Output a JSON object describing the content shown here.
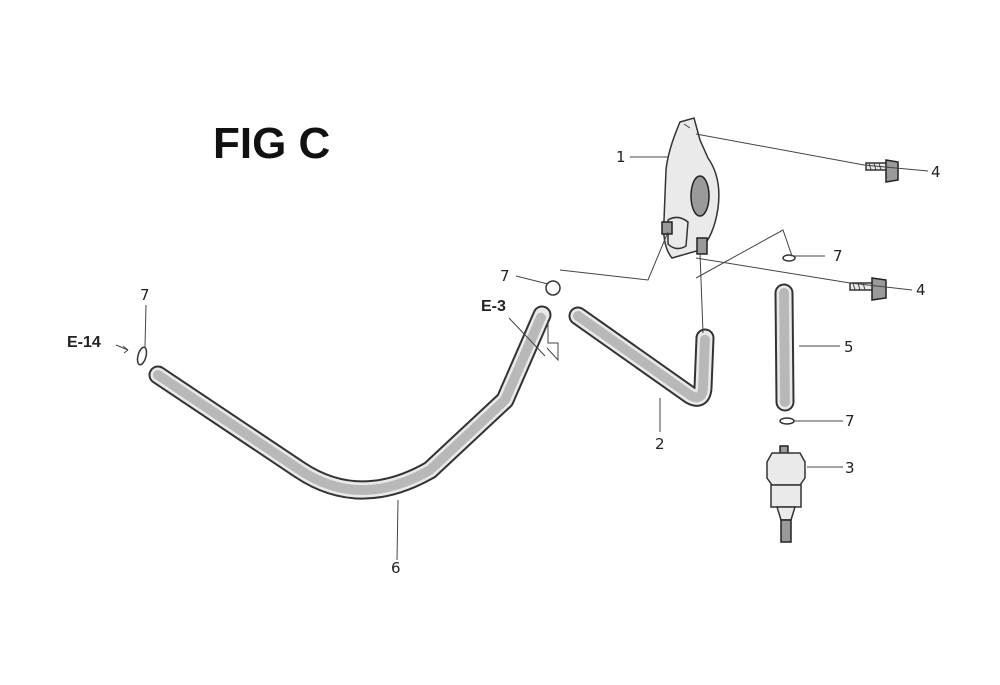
{
  "figure": {
    "title": "FIG C"
  },
  "callouts": {
    "c1": "1",
    "c2": "2",
    "c3": "3",
    "c4a": "4",
    "c4b": "4",
    "c5": "5",
    "c6": "6",
    "c7a": "7",
    "c7b": "7",
    "c7c": "7",
    "c7d": "7"
  },
  "refs": {
    "e14": "E-14",
    "e3": "E-3"
  }
}
